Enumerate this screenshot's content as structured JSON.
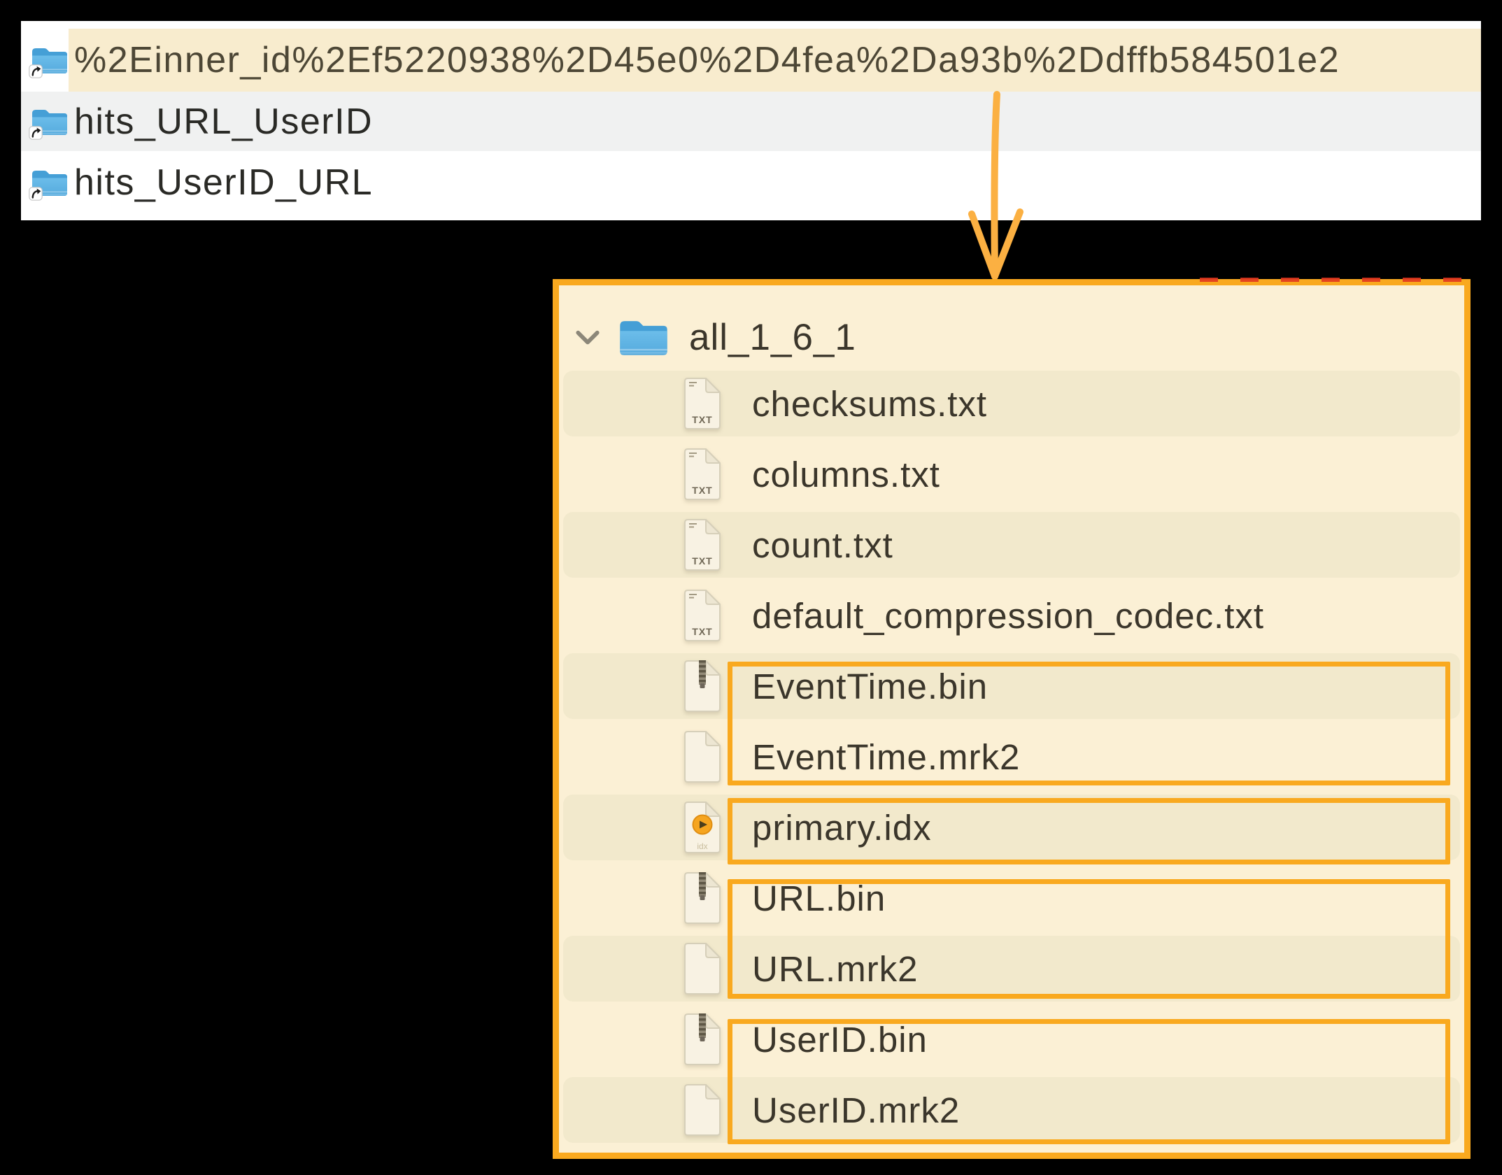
{
  "finder_list": {
    "rows": [
      {
        "label": "%2Einner_id%2Ef5220938%2D45e0%2D4fea%2Da93b%2Ddffb584501e2",
        "selected": true,
        "icon": "folder-alias-icon"
      },
      {
        "label": "hits_URL_UserID",
        "selected": false,
        "icon": "folder-alias-icon"
      },
      {
        "label": "hits_UserID_URL",
        "selected": false,
        "icon": "folder-alias-icon"
      }
    ]
  },
  "tree_panel": {
    "root": {
      "label": "all_1_6_1",
      "expanded": true,
      "icon": "folder-icon"
    },
    "items": [
      {
        "label": "checksums.txt",
        "icon": "txt-file-icon",
        "highlighted": false
      },
      {
        "label": "columns.txt",
        "icon": "txt-file-icon",
        "highlighted": false
      },
      {
        "label": "count.txt",
        "icon": "txt-file-icon",
        "highlighted": false
      },
      {
        "label": "default_compression_codec.txt",
        "icon": "txt-file-icon",
        "highlighted": false
      },
      {
        "label": "EventTime.bin",
        "icon": "bin-file-icon",
        "highlighted": true
      },
      {
        "label": "EventTime.mrk2",
        "icon": "blank-file-icon",
        "highlighted": true
      },
      {
        "label": "primary.idx",
        "icon": "idx-file-icon",
        "highlighted": true
      },
      {
        "label": "URL.bin",
        "icon": "bin-file-icon",
        "highlighted": true
      },
      {
        "label": "URL.mrk2",
        "icon": "blank-file-icon",
        "highlighted": true
      },
      {
        "label": "UserID.bin",
        "icon": "bin-file-icon",
        "highlighted": true
      },
      {
        "label": "UserID.mrk2",
        "icon": "blank-file-icon",
        "highlighted": true
      }
    ]
  },
  "icon_badges": {
    "txt": "TXT",
    "idx": "idx"
  },
  "colors": {
    "annotation_orange": "#F9A91F",
    "arrow_amber": "#FBB042",
    "selection_cream": "#F8ECCE",
    "panel_cream": "#FBF0D5",
    "row_stripe_cream": "#F2E9CC",
    "row_stripe_gray": "#F0F1F1",
    "folder_blue": "#5BB1E2",
    "idx_disc_orange": "#F6A51F",
    "red_dash": "#E2381F"
  }
}
